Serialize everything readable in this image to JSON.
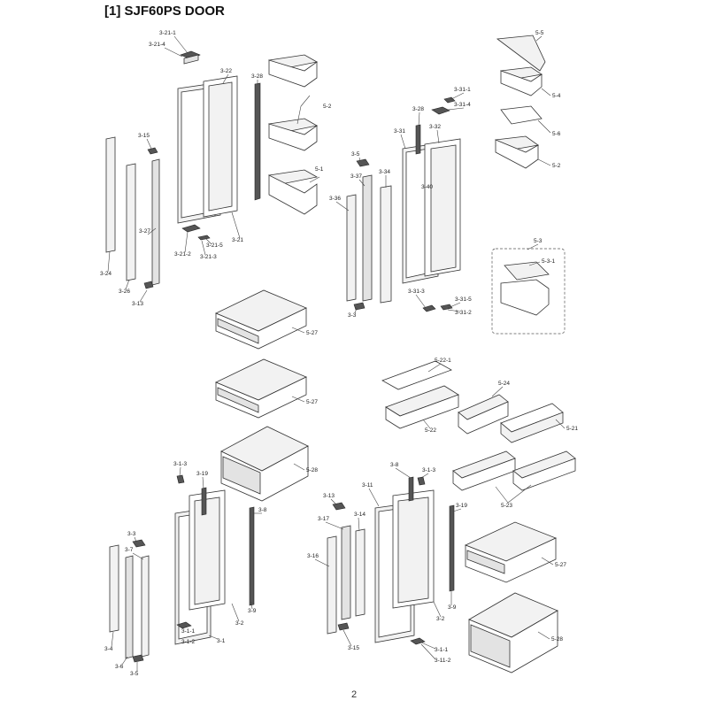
{
  "title": "[1] SJF60PS DOOR",
  "page_number": "2",
  "callouts": {
    "c3_21_1": "3-21-1",
    "c3_21_4": "3-21-4",
    "c3_22": "3-22",
    "c3_28a": "3-28",
    "c3_15": "3-15",
    "c3_27": "3-27",
    "c3_24": "3-24",
    "c3_26": "3-26",
    "c3_13a": "3-13",
    "c3_21": "3-21",
    "c3_21_5": "3-21-5",
    "c3_21_2": "3-21-2",
    "c3_21_3": "3-21-3",
    "c5_2a": "5-2",
    "c5_1": "5-1",
    "c3_31_1": "3-31-1",
    "c3_31_4": "3-31-4",
    "c3_28b": "3-28",
    "c3_31": "3-31",
    "c3_32": "3-32",
    "c3_5": "3-5",
    "c3_37": "3-37",
    "c3_34": "3-34",
    "c3_40": "3-40",
    "c3_36": "3-36",
    "c3_31_3": "3-31-3",
    "c3_31_5": "3-31-5",
    "c3_31_2": "3-31-2",
    "c3_3a": "3-3",
    "c5_5": "5-5",
    "c5_4": "5-4",
    "c5_6": "5-6",
    "c5_2b": "5-2",
    "c5_3": "5-3",
    "c5_3_1": "5-3-1",
    "c5_27a": "5-27",
    "c5_27b": "5-27",
    "c5_28a": "5-28",
    "c5_22_1": "5-22-1",
    "c5_22": "5-22",
    "c5_24": "5-24",
    "c5_21": "5-21",
    "c5_23": "5-23",
    "c5_27c": "5-27",
    "c5_28b": "5-28",
    "c3_1_3a": "3-1-3",
    "c3_19a": "3-19",
    "c3_8a": "3-8",
    "c3_3b": "3-3",
    "c3_7": "3-7",
    "c3_4": "3-4",
    "c3_6": "3-6",
    "c3_5b": "3-5",
    "c3_9a": "3-9",
    "c3_2a": "3-2",
    "c3_1_1a": "3-1-1",
    "c3_1_2": "3-1-2",
    "c3_1": "3-1",
    "c3_8b": "3-8",
    "c3_1_3b": "3-1-3",
    "c3_11": "3-11",
    "c3_13b": "3-13",
    "c3_17": "3-17",
    "c3_14": "3-14",
    "c3_16": "3-16",
    "c3_15b": "3-15",
    "c3_19b": "3-19",
    "c3_9b": "3-9",
    "c3_2b": "3-2",
    "c3_1_1b": "3-1-1",
    "c3_11_2": "3-11-2"
  }
}
